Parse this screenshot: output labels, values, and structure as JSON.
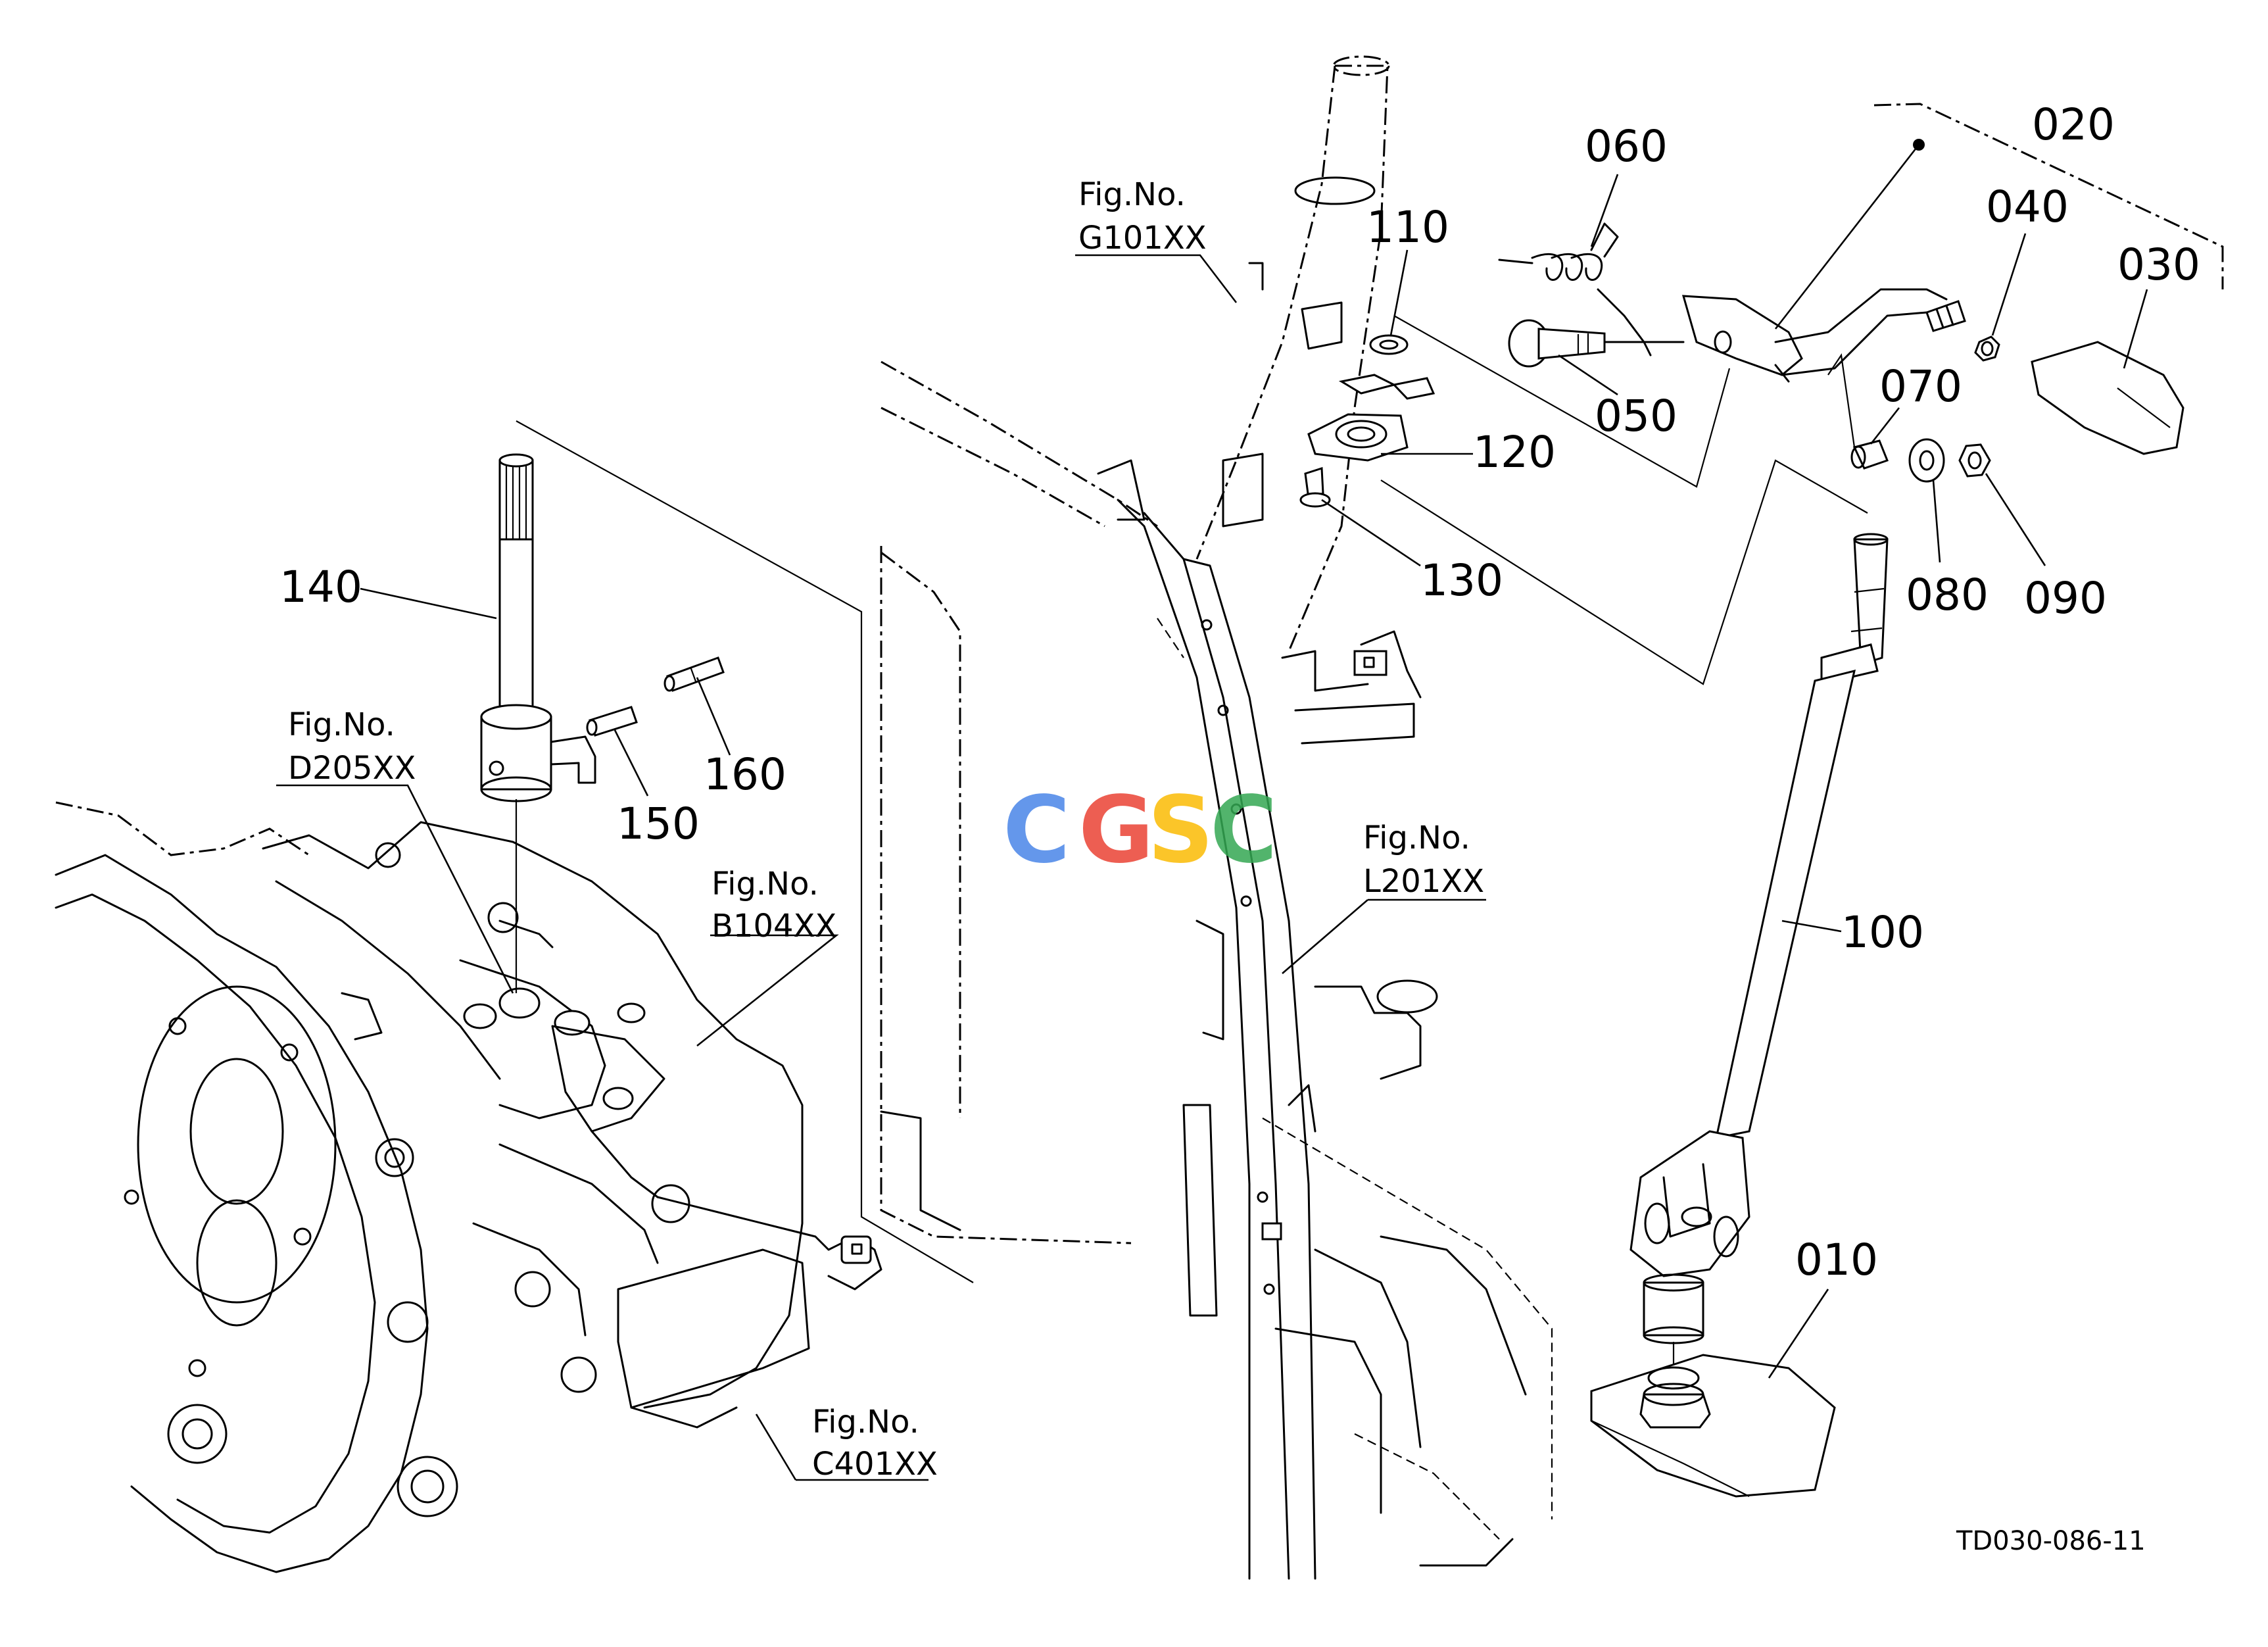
{
  "parts": [
    {
      "number": "010"
    },
    {
      "number": "020"
    },
    {
      "number": "030"
    },
    {
      "number": "040"
    },
    {
      "number": "050"
    },
    {
      "number": "060"
    },
    {
      "number": "070"
    },
    {
      "number": "080"
    },
    {
      "number": "090"
    },
    {
      "number": "100"
    },
    {
      "number": "110"
    },
    {
      "number": "120"
    },
    {
      "number": "130"
    },
    {
      "number": "140"
    },
    {
      "number": "150"
    },
    {
      "number": "160"
    }
  ],
  "figure_refs": [
    {
      "label": "Fig.No.",
      "code": "G101XX"
    },
    {
      "label": "Fig.No.",
      "code": "D205XX"
    },
    {
      "label": "Fig.No.",
      "code": "B104XX"
    },
    {
      "label": "Fig.No.",
      "code": "L201XX"
    },
    {
      "label": "Fig.No.",
      "code": "C401XX"
    }
  ],
  "drawing_code": "TD030-086-11",
  "watermark": {
    "letters": [
      "C",
      "G",
      "S",
      "C"
    ],
    "colors": [
      "#4a86e8",
      "#ea4335",
      "#fbbc04",
      "#34a853"
    ]
  }
}
